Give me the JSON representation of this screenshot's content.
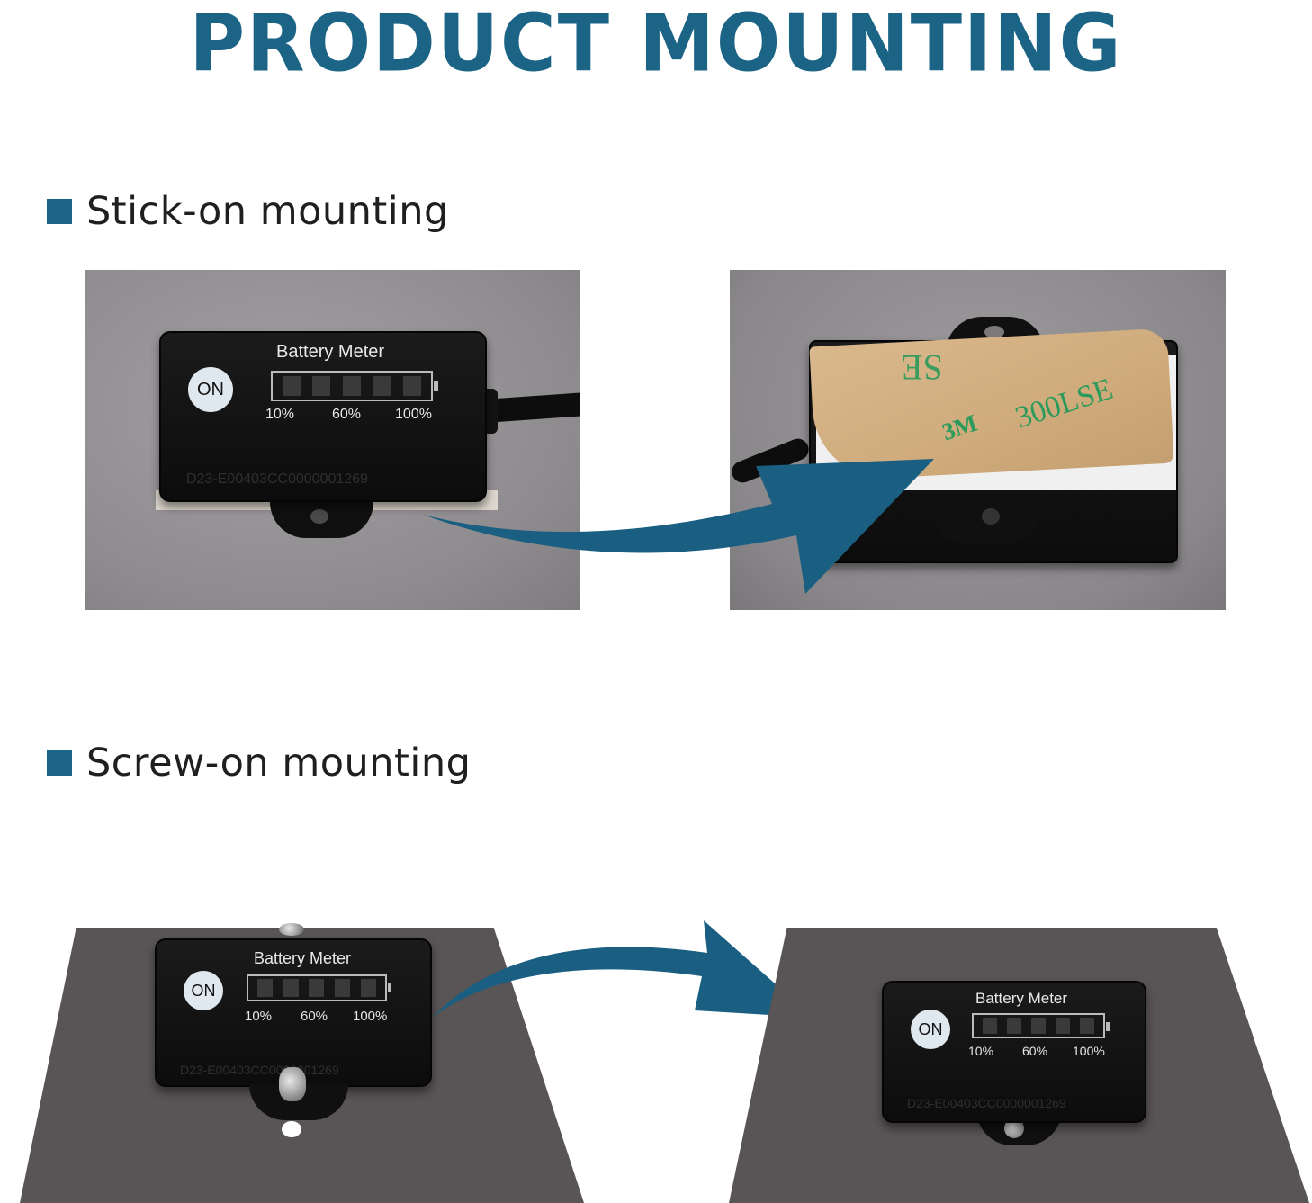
{
  "title": "PRODUCT MOUNTING",
  "sections": {
    "stick_on": {
      "heading": "Stick-on mounting"
    },
    "screw_on": {
      "heading": "Screw-on mounting"
    }
  },
  "device": {
    "label": "Battery Meter",
    "on_label": "ON",
    "levels": [
      "10%",
      "60%",
      "100%"
    ],
    "serial": "D23-E00403CC0000001269"
  },
  "tape": {
    "brand": "3M",
    "product": "300LSE",
    "partial_text": "SE"
  },
  "colors": {
    "accent": "#1c6486",
    "arrow": "#1a5f82",
    "heading_text": "#1f1f1f"
  },
  "icons": [
    "square-bullet-icon",
    "curved-arrow-icon"
  ]
}
